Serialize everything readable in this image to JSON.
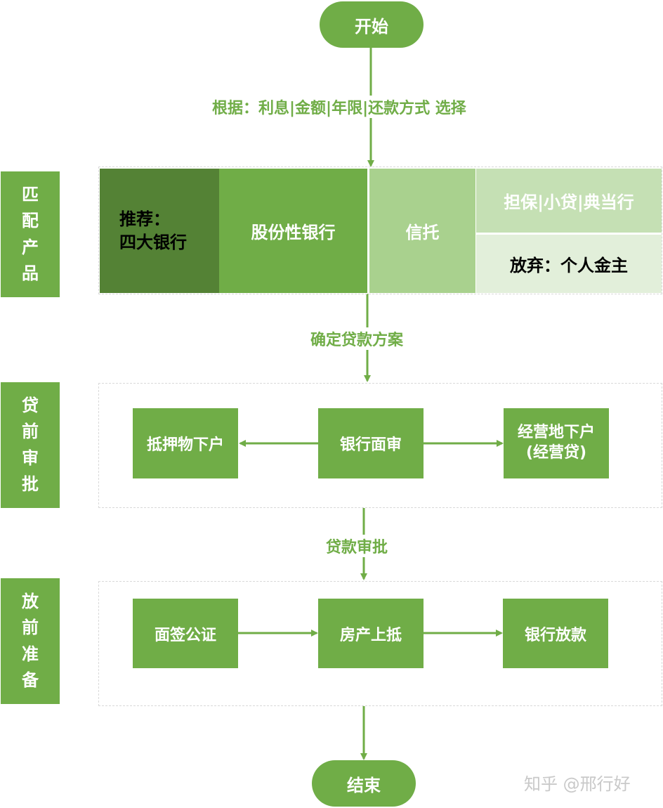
{
  "start": "开始",
  "end": "结束",
  "labels": {
    "choose": "根据：利息|金额|年限|还款方式 选择",
    "confirm": "确定贷款方案",
    "approve": "贷款审批"
  },
  "stages": {
    "match": [
      "匹",
      "配",
      "产",
      "品"
    ],
    "pre_approval": [
      "贷",
      "前",
      "审",
      "批"
    ],
    "pre_release": [
      "放",
      "前",
      "准",
      "备"
    ]
  },
  "products": {
    "recommend_line1": "推荐：",
    "recommend_line2": "四大银行",
    "joint_stock": "股份性银行",
    "trust": "信托",
    "guarantee": "担保|小贷|典当行",
    "abandon": "放弃：个人金主"
  },
  "pre_approval_steps": {
    "collateral": "抵押物下户",
    "bank_review": "银行面审",
    "business_site_line1": "经营地下户",
    "business_site_line2": "(经营贷)"
  },
  "pre_release_steps": {
    "notary": "面签公证",
    "mortgage": "房产上抵",
    "disbursement": "银行放款"
  },
  "watermark": "知乎 @邢行好",
  "colors": {
    "green": "#70ad47",
    "dark_green": "#548235",
    "light_green": "#a9d18e",
    "pale_green": "#c5e0b4",
    "very_pale_green": "#e2efda",
    "dashed_border": "#d9d9d9"
  }
}
